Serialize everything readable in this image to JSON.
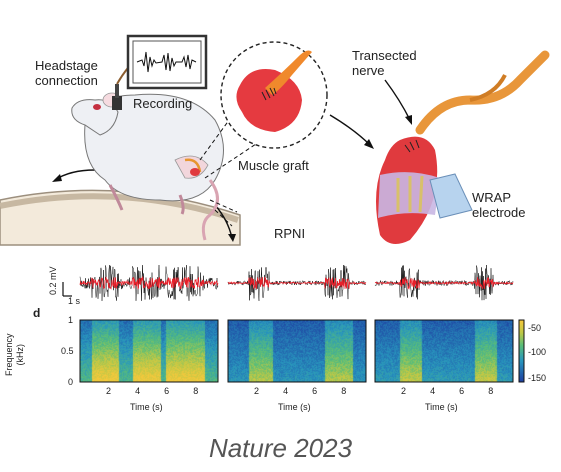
{
  "labels": {
    "headstage": "Headstage\nconnection",
    "recording": "Recording",
    "muscle_graft": "Muscle graft",
    "transected_nerve": "Transected\nnerve",
    "wrap_electrode": "WRAP\nelectrode",
    "rpni": "RPNI",
    "scale_mv": "0.2 mV",
    "scale_s": "1 s",
    "panel_d": "d"
  },
  "spectrogram": {
    "ylabel": "Frequency\n(kHz)",
    "xlabel": "Time (s)",
    "yticks": [
      "1",
      "0.5",
      "0"
    ],
    "xticks": [
      "2",
      "4",
      "6",
      "8"
    ],
    "colorbar_ticks": [
      "-50",
      "-100",
      "-150"
    ]
  },
  "caption": "Nature 2023",
  "colors": {
    "trace": "#111111",
    "spike": "#e8202a",
    "muscle": "#e03a3e",
    "nerve": "#e8963a",
    "electrode": "#c9b7e3"
  }
}
